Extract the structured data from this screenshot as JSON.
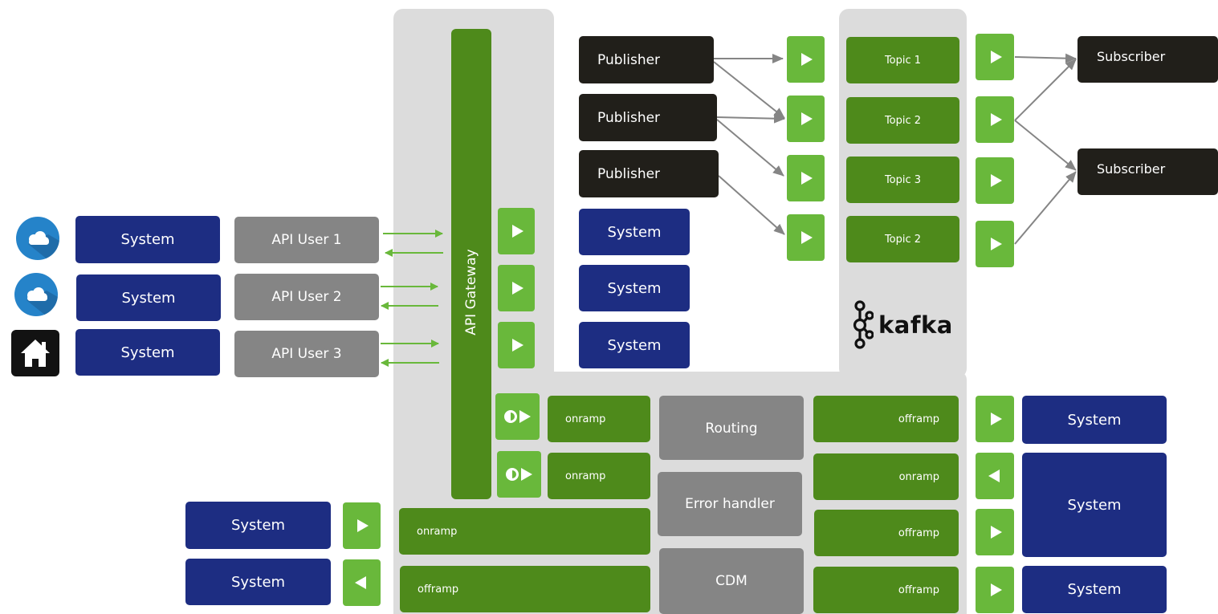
{
  "colors": {
    "navy": "#1d2d82",
    "dark": "#211f1a",
    "grey": "#858585",
    "green_dark": "#4e8a1b",
    "green_light": "#69b83b",
    "panel": "#dcdcdc",
    "blue_icon": "#2583c9"
  },
  "left": {
    "icons": [
      "cloud-icon",
      "cloud-icon",
      "home-icon"
    ],
    "systems": [
      "System",
      "System",
      "System"
    ],
    "api_users": [
      "API User 1",
      "API User 2",
      "API User 3"
    ],
    "bottom_systems": [
      "System",
      "System"
    ]
  },
  "gateway": {
    "label": "API Gateway"
  },
  "publishers": [
    "Publisher",
    "Publisher",
    "Publisher"
  ],
  "middle_systems": [
    "System",
    "System",
    "System"
  ],
  "kafka": {
    "brand": "kafka",
    "topics": [
      "Topic 1",
      "Topic 2",
      "Topic 3",
      "Topic 2"
    ]
  },
  "subscribers": [
    "Subscriber",
    "Subscriber"
  ],
  "core": {
    "onramps_top": [
      "onramp",
      "onramp"
    ],
    "center": [
      "Routing",
      "Error handler",
      "CDM"
    ],
    "bottom_bars": [
      "onramp",
      "offramp"
    ],
    "right_ramps": [
      "offramp",
      "onramp",
      "offramp",
      "offramp"
    ]
  },
  "right_systems": [
    "System",
    "System",
    "System"
  ]
}
